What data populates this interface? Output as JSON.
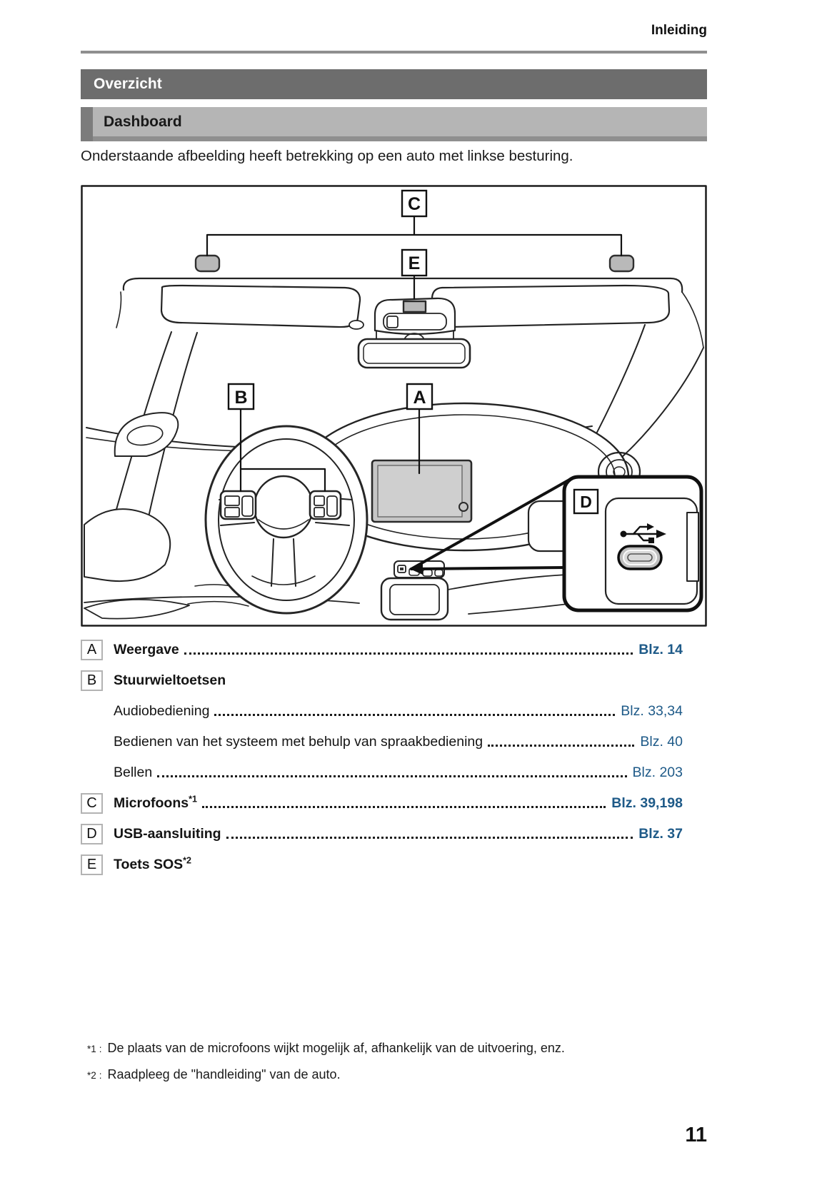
{
  "header": {
    "title": "Inleiding"
  },
  "sections": {
    "overview_banner": "Overzicht",
    "subsection_banner": "Dashboard"
  },
  "intro_text": "Onderstaande afbeelding heeft betrekking op een auto met linkse besturing.",
  "diagram": {
    "callout_labels": {
      "a": "A",
      "b": "B",
      "c": "C",
      "d": "D",
      "e": "E"
    },
    "usb_icon": "usb-symbol"
  },
  "legend": {
    "rows": [
      {
        "badge": "A",
        "label": "Weergave",
        "sup": "",
        "page": "Blz. 14"
      },
      {
        "badge": "B",
        "label": "Stuurwieltoetsen",
        "sup": "",
        "page": ""
      },
      {
        "badge": "",
        "label": "Audiobediening",
        "sup": "",
        "page": "Blz. 33,34"
      },
      {
        "badge": "",
        "label": "Bedienen van het systeem met behulp van spraakbediening",
        "sup": "",
        "page": "Blz. 40"
      },
      {
        "badge": "",
        "label": "Bellen",
        "sup": "",
        "page": "Blz. 203"
      },
      {
        "badge": "C",
        "label": "Microfoons",
        "sup": "*1",
        "page": "Blz. 39,198"
      },
      {
        "badge": "D",
        "label": "USB-aansluiting",
        "sup": "",
        "page": "Blz. 37"
      },
      {
        "badge": "E",
        "label": "Toets SOS",
        "sup": "*2",
        "page": ""
      }
    ]
  },
  "footnotes": [
    {
      "marker": "*1",
      "separator": ":",
      "text": "De plaats van de microfoons wijkt mogelijk af, afhankelijk van de uitvoering, enz."
    },
    {
      "marker": "*2",
      "separator": ":",
      "text": "Raadpleeg de \"handleiding\" van de auto."
    }
  ],
  "page_number": "11",
  "colors": {
    "link_blue": "#1e5a88",
    "banner_dark": "#6d6d6d",
    "banner_light": "#b5b5b5",
    "banner_accent": "#7c7c7c",
    "diagram_gray": "#b9b9b9",
    "screen_gray": "#c6c6c6"
  }
}
